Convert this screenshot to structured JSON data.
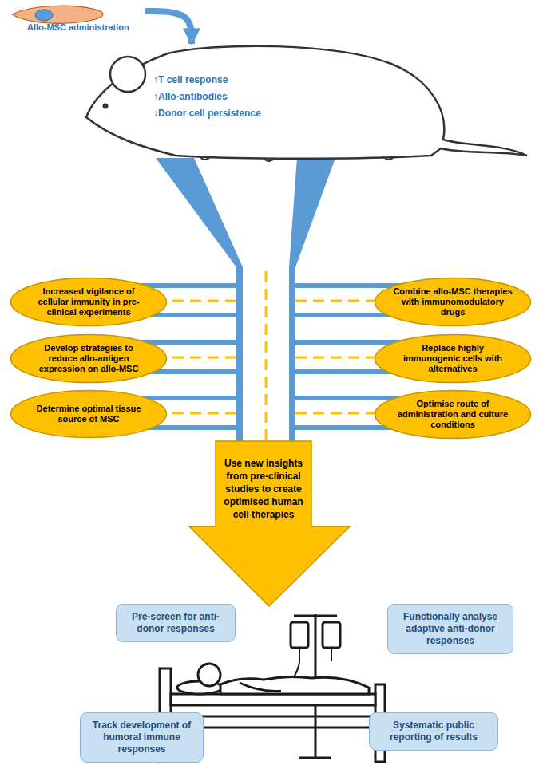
{
  "diagram": {
    "nodes": [
      {
        "text": [
          "Allo-MSC administration"
        ]
      },
      {
        "text": [
          "↑T cell response",
          "↑Allo-antibodies",
          "↓Donor cell persistence"
        ]
      },
      {
        "text": [
          "Increased vigilance of cellular immunity in pre-clinical experiments"
        ]
      },
      {
        "text": [
          "Combine allo-MSC therapies with immunomodulatory drugs"
        ]
      },
      {
        "text": [
          "Develop strategies to reduce allo-antigen expression on allo-MSC"
        ]
      },
      {
        "text": [
          "Replace highly immunogenic cells with alternatives"
        ]
      },
      {
        "text": [
          "Determine optimal tissue source of MSC"
        ]
      },
      {
        "text": [
          "Optimise route of administration and culture conditions"
        ]
      },
      {
        "text": [
          "Use new insights from pre-clinical studies to create optimised human cell therapies"
        ]
      },
      {
        "text": [
          "Pre-screen for anti-donor responses"
        ]
      },
      {
        "text": [
          "Functionally analyse adaptive anti-donor responses"
        ]
      },
      {
        "text": [
          "Track development of humoral immune responses"
        ]
      },
      {
        "text": [
          "Systematic public reporting of results"
        ]
      }
    ],
    "edges": [
      {
        "from": 0,
        "to": 1,
        "arrow": "to"
      }
    ]
  }
}
